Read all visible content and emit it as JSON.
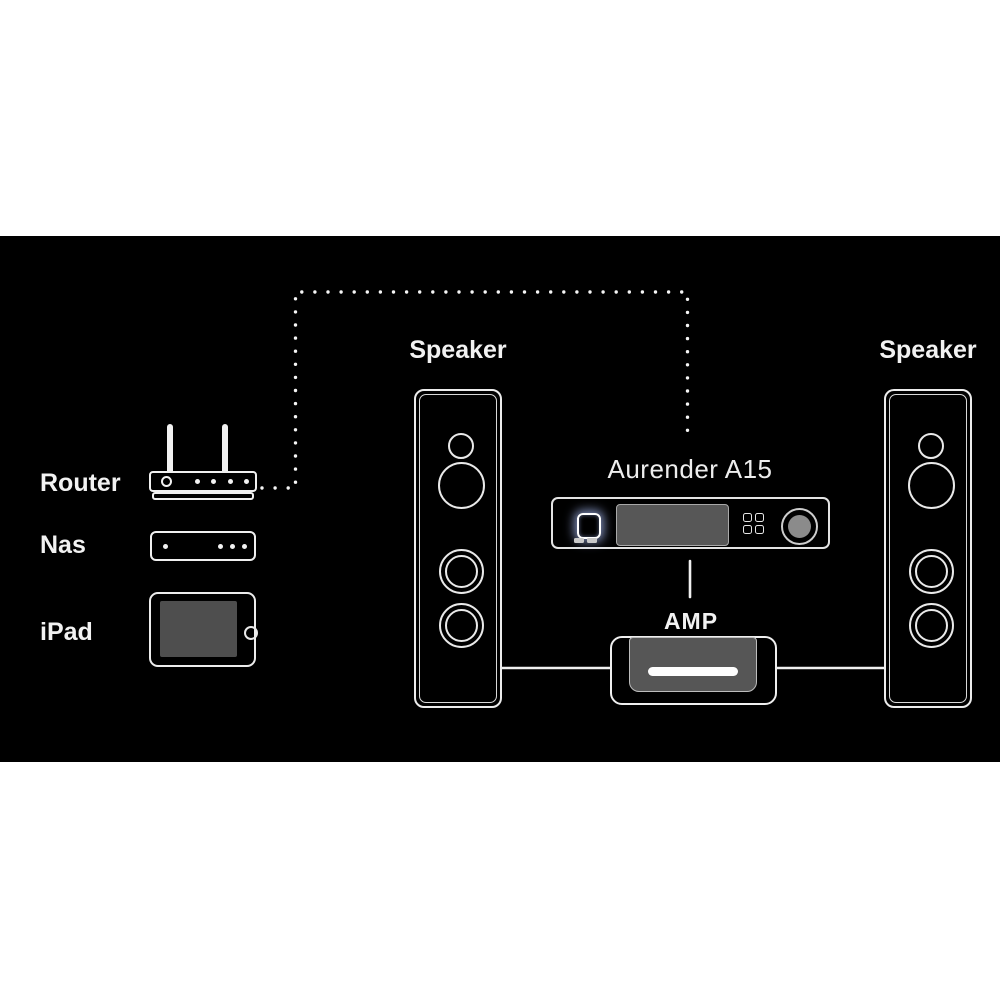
{
  "page": {
    "background_color": "#ffffff",
    "panel_color": "#000000",
    "line_color": "#f0f0f0"
  },
  "devices": {
    "router": {
      "label": "Router"
    },
    "nas": {
      "label": "Nas"
    },
    "ipad": {
      "label": "iPad"
    },
    "speaker_left": {
      "label": "Speaker"
    },
    "speaker_right": {
      "label": "Speaker"
    },
    "player": {
      "label": "Aurender A15"
    },
    "amp": {
      "label": "AMP"
    }
  },
  "connections": [
    {
      "from": "Router",
      "to": "Aurender A15",
      "style": "dotted"
    },
    {
      "from": "Aurender A15",
      "to": "AMP",
      "style": "solid"
    },
    {
      "from": "AMP",
      "to": "Speaker (left)",
      "style": "solid"
    },
    {
      "from": "AMP",
      "to": "Speaker (right)",
      "style": "solid"
    }
  ]
}
